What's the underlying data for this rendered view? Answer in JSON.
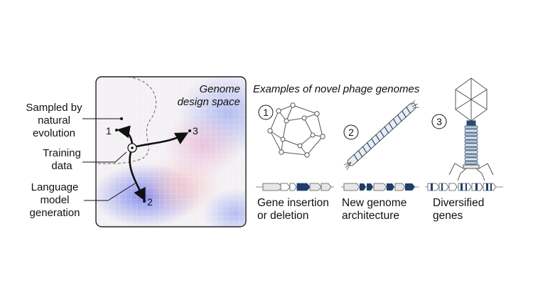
{
  "left_labels": {
    "sampled": [
      "Sampled by",
      "natural",
      "evolution"
    ],
    "training": [
      "Training",
      "data"
    ],
    "language": [
      "Language",
      "model",
      "generation"
    ]
  },
  "design_space": [
    "Genome",
    "design space"
  ],
  "panel_title": "Examples of novel phage genomes",
  "markers": [
    "1",
    "2",
    "3"
  ],
  "examples": [
    {
      "num": "1",
      "caption": [
        "Gene insertion",
        "or deletion"
      ],
      "icon": "icosahedral-capsid"
    },
    {
      "num": "2",
      "caption": [
        "New genome",
        "architecture"
      ],
      "icon": "filamentous-phage"
    },
    {
      "num": "3",
      "caption": [
        "Diversified",
        "genes"
      ],
      "icon": "tailed-phage"
    }
  ]
}
